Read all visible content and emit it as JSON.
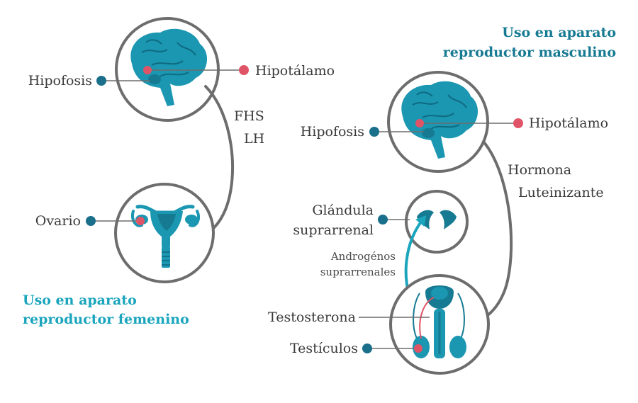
{
  "colors": {
    "ring": "#6d6d6d",
    "organ": "#1b97b2",
    "organ_dark": "#177a93",
    "dot_blue": "#1a6f8b",
    "dot_red": "#e05468",
    "arrow_teal": "#1aa5bd"
  },
  "female": {
    "title_line1": "Uso en aparato",
    "title_line2": "reproductor femenino",
    "hipofisis": "Hipofosis",
    "hipotalamo": "Hipotálamo",
    "hormone1": "FHS",
    "hormone2": "LH",
    "ovario": "Ovario"
  },
  "male": {
    "title_line1": "Uso en aparato",
    "title_line2": "reproductor masculino",
    "hipofisis": "Hipofosis",
    "hipotalamo": "Hipotálamo",
    "hormone_line1": "Hormona",
    "hormone_line2": "Luteinizante",
    "glandula_line1": "Glándula",
    "glandula_line2": "suprarrenal",
    "androgenos_line1": "Androgénos",
    "androgenos_line2": "suprarrenales",
    "testosterona": "Testosterona",
    "testiculos": "Testículos"
  }
}
